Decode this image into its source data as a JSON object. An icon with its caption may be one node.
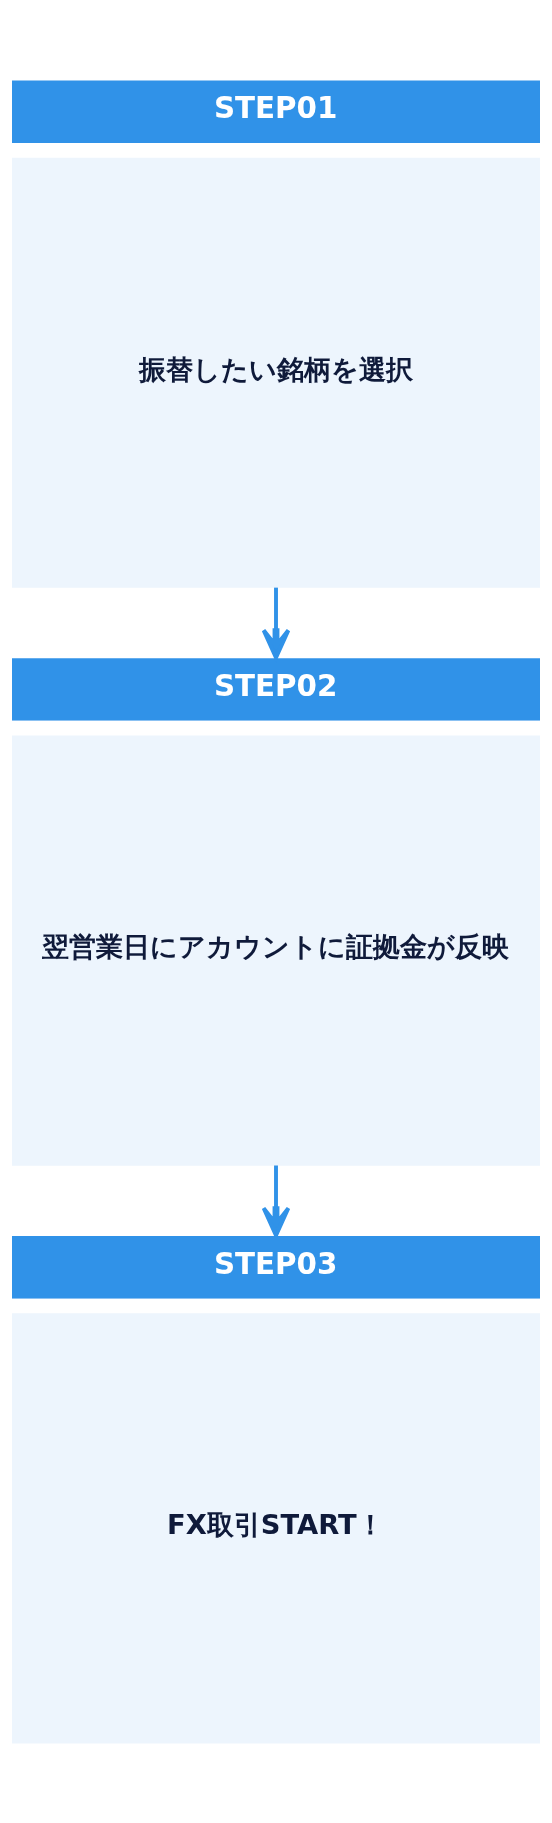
{
  "diagram": {
    "nodes": [
      {
        "text": [
          "STEP01",
          "振替したい銘柄を選択"
        ]
      },
      {
        "text": [
          "STEP02",
          "翌営業日にアカウントに証拠金が反映"
        ]
      },
      {
        "text": [
          "STEP03",
          "FX取引START！"
        ]
      }
    ],
    "edges": [
      {
        "from": 0,
        "to": 1,
        "arrow": "to"
      },
      {
        "from": 1,
        "to": 2,
        "arrow": "to"
      }
    ]
  }
}
